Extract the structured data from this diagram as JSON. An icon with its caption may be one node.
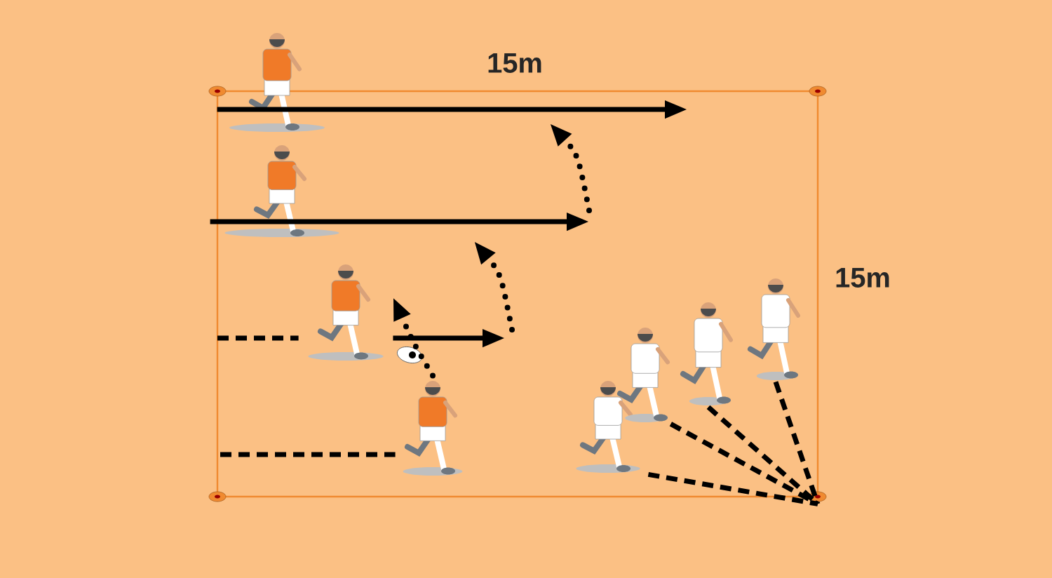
{
  "diagram": {
    "nodes": [
      {
        "text": [],
        "shape": "person"
      },
      {
        "text": [],
        "shape": "person"
      },
      {
        "text": [],
        "shape": "person"
      },
      {
        "text": [],
        "shape": "person"
      },
      {
        "text": [],
        "shape": "person"
      },
      {
        "text": [],
        "shape": "person"
      },
      {
        "text": [],
        "shape": "person"
      },
      {
        "text": [],
        "shape": "person"
      },
      {
        "text": [],
        "shape": "cone"
      }
    ],
    "edges": [
      {
        "from": 0,
        "to": null,
        "arrow": "to"
      },
      {
        "from": 1,
        "to": null,
        "arrow": "to"
      },
      {
        "from": null,
        "to": 2,
        "arrow": "none",
        "style": "dashed"
      },
      {
        "from": 2,
        "to": null,
        "arrow": "to"
      },
      {
        "from": null,
        "to": 3,
        "arrow": "none",
        "style": "dashed"
      },
      {
        "from": 3,
        "to": 2,
        "arrow": "to",
        "style": "dashed"
      },
      {
        "from": 4,
        "to": 8,
        "arrow": "none",
        "style": "dashed"
      },
      {
        "from": 5,
        "to": 8,
        "arrow": "none",
        "style": "dashed"
      },
      {
        "from": 6,
        "to": 8,
        "arrow": "none",
        "style": "dashed"
      },
      {
        "from": 7,
        "to": 8,
        "arrow": "none",
        "style": "dashed"
      }
    ],
    "labels": [
      "15m",
      "15m"
    ]
  }
}
